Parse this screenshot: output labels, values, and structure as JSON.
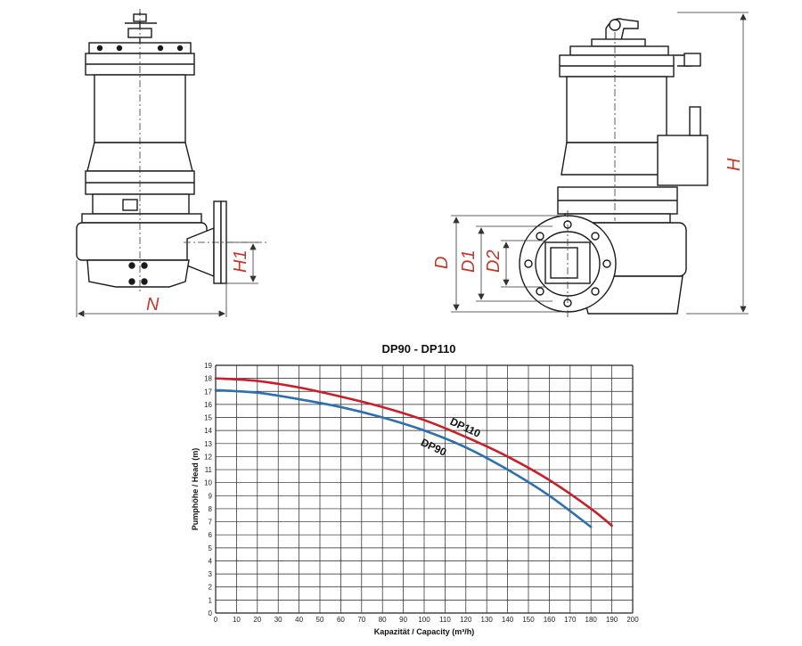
{
  "dimension_labels": {
    "n": "N",
    "h1": "H1",
    "h": "H",
    "d": "D",
    "d1": "D1",
    "d2": "D2"
  },
  "colors": {
    "dimension": "#c0392b",
    "dp110": "#c8202a",
    "dp90": "#2e6fb0",
    "grid": "#222222"
  },
  "chart_data": {
    "type": "line",
    "title": "DP90 - DP110",
    "xlabel": "Kapazität / Capacity (m³/h)",
    "ylabel": "Pumphöhe / Head (m)",
    "xlim": [
      0,
      200
    ],
    "ylim": [
      0,
      19
    ],
    "xticks": [
      0,
      10,
      20,
      30,
      40,
      50,
      60,
      70,
      80,
      90,
      100,
      110,
      120,
      130,
      140,
      150,
      160,
      170,
      180,
      190,
      200
    ],
    "yticks": [
      0,
      1,
      2,
      3,
      4,
      5,
      6,
      7,
      8,
      9,
      10,
      11,
      12,
      13,
      14,
      15,
      16,
      17,
      18,
      19
    ],
    "grid": true,
    "series": [
      {
        "name": "DP110",
        "color": "#c8202a",
        "x": [
          0,
          20,
          40,
          60,
          80,
          100,
          120,
          140,
          160,
          180,
          190
        ],
        "y": [
          18.0,
          17.8,
          17.3,
          16.6,
          15.8,
          14.8,
          13.5,
          12.0,
          10.2,
          8.0,
          6.7
        ]
      },
      {
        "name": "DP90",
        "color": "#2e6fb0",
        "x": [
          0,
          20,
          40,
          60,
          80,
          100,
          120,
          140,
          160,
          180
        ],
        "y": [
          17.1,
          16.9,
          16.4,
          15.8,
          15.0,
          14.0,
          12.7,
          11.0,
          9.0,
          6.6
        ]
      }
    ]
  }
}
